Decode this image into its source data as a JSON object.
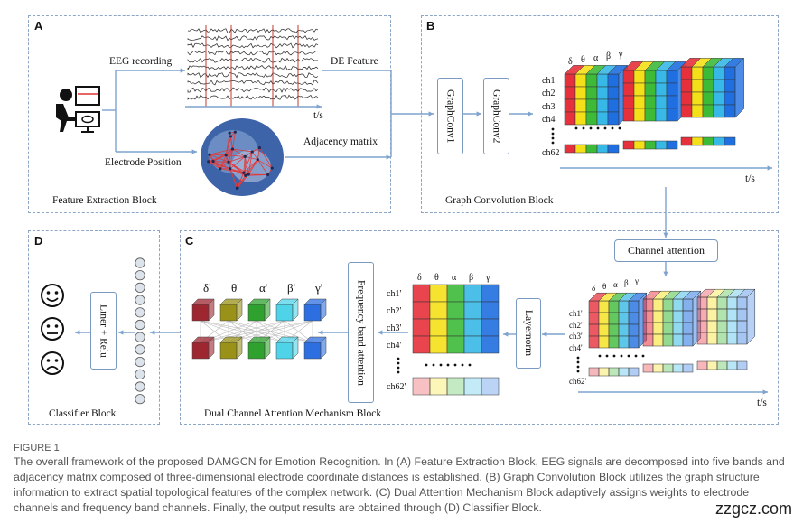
{
  "panels": {
    "a": {
      "letter": "A",
      "caption": "Feature Extraction Block"
    },
    "b": {
      "letter": "B",
      "caption": "Graph Convolution Block"
    },
    "c": {
      "letter": "C",
      "caption": "Dual Channel Attention Mechanism Block"
    },
    "d": {
      "letter": "D",
      "caption": "Classifier Block"
    }
  },
  "labels": {
    "eeg_recording": "EEG recording",
    "electrode_position": "Electrode Position",
    "de_feature": "DE Feature",
    "adjacency_matrix": "Adjacency matrix",
    "time_axis": "t/s",
    "graphconv1": "GraphConv1",
    "graphconv2": "GraphConv2",
    "channel_attention": "Channel attention",
    "layernorm": "Layernorm",
    "frequency_band_attention": "Frequency band attention",
    "liner_relu": "Liner + Relu"
  },
  "bands": [
    "δ",
    "θ",
    "α",
    "β",
    "γ"
  ],
  "bands_prime": [
    "δ'",
    "θ'",
    "α'",
    "β'",
    "γ'"
  ],
  "channels": [
    "ch1",
    "ch2",
    "ch3",
    "ch4",
    "ch62"
  ],
  "channels_prime": [
    "ch1'",
    "ch2'",
    "ch3'",
    "ch4'",
    "ch62'"
  ],
  "band_colors": [
    "#e6313c",
    "#f4e018",
    "#3cba38",
    "#37b8e6",
    "#1f6fe0"
  ],
  "cube_colors": [
    "#9e2630",
    "#9a9118",
    "#2ea12e",
    "#4fd3e8",
    "#2d6fe0"
  ],
  "faces": [
    "happy-face-icon",
    "neutral-face-icon",
    "sad-face-icon"
  ],
  "figure": {
    "label": "FIGURE 1",
    "caption": "The overall framework of the proposed DAMGCN for Emotion Recognition. In (A) Feature Extraction Block, EEG signals are decomposed into five bands and adjacency matrix composed of three-dimensional electrode coordinate distances is established. (B) Graph Convolution Block utilizes the graph structure information to extract spatial topological features of the complex network. (C) Dual Attention Mechanism Block adaptively assigns weights to electrode channels and frequency band channels. Finally, the output results are obtained through (D) Classifier Block."
  },
  "watermark": "zzgcz.com"
}
